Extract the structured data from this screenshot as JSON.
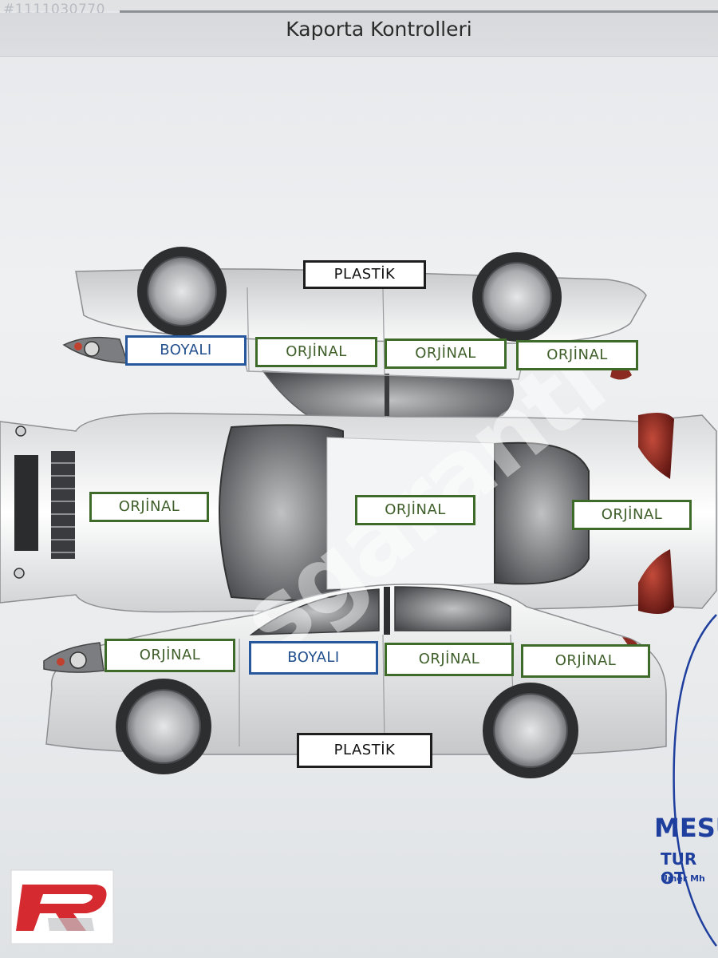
{
  "listing_id": "#1111030770",
  "header": {
    "title": "Kaporta Kontrolleri"
  },
  "labels": {
    "top_plastik": "PLASTİK",
    "left_front_fender": "BOYALI",
    "left_front_door": "ORJİNAL",
    "left_rear_door": "ORJİNAL",
    "left_rear_fender": "ORJİNAL",
    "hood": "ORJİNAL",
    "roof": "ORJİNAL",
    "trunk": "ORJİNAL",
    "right_front_fender": "ORJİNAL",
    "right_front_door": "BOYALI",
    "right_rear_door": "ORJİNAL",
    "right_rear_fender": "ORJİNAL",
    "bottom_plastik": "PLASTİK"
  },
  "watermark": "sgaranti",
  "stamp": {
    "line1": "MESU",
    "line2": "TUR OT",
    "line3": "Ümer Mh"
  },
  "colors": {
    "original_border": "#3f6b2a",
    "painted_border": "#27579c",
    "plastic_border": "#1d1d1d",
    "stamp_ink": "#1f3f9e",
    "logo_red": "#d42a30"
  }
}
